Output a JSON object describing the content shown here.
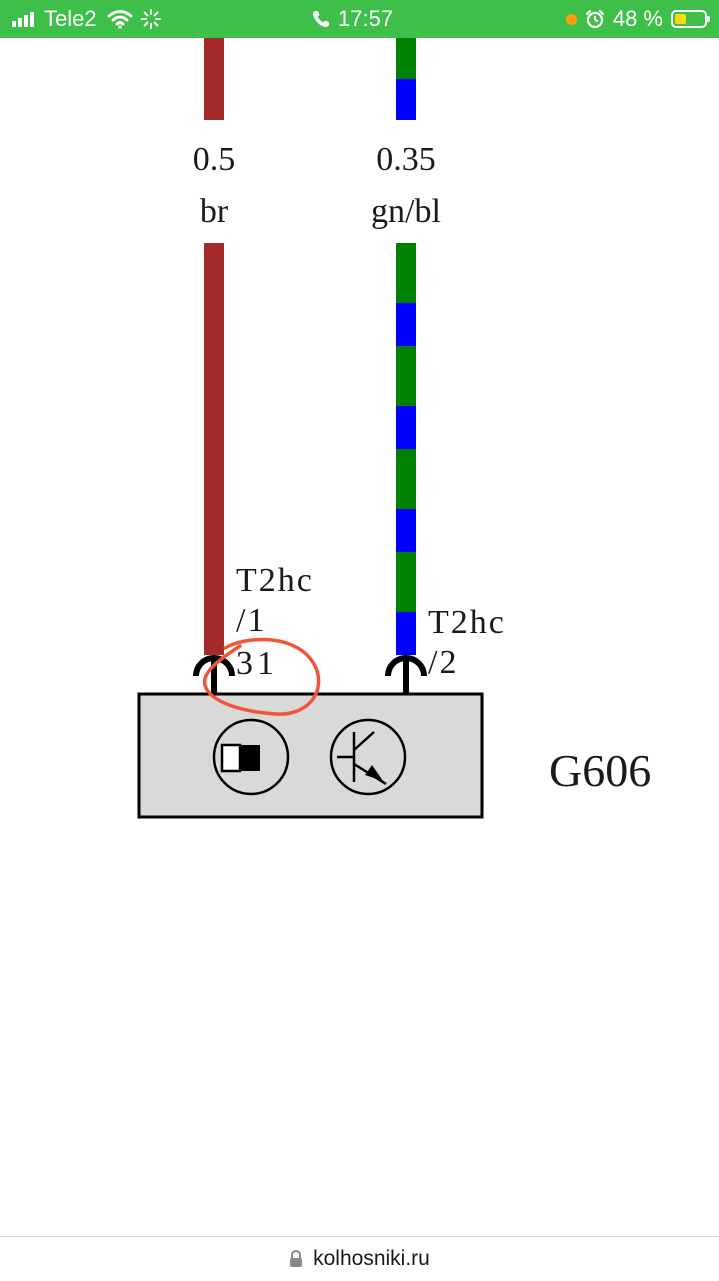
{
  "status_bar": {
    "carrier": "Tele2",
    "time": "17:57",
    "battery_percent": "48 %",
    "battery_level": 0.48,
    "colors": {
      "background": "#3dbf4a",
      "battery_fill": "#ffd60a",
      "indicator_dot": "#ff9f0a"
    },
    "icons": [
      "signal-bars-icon",
      "wifi-icon",
      "activity-spinner-icon",
      "phone-icon",
      "alarm-icon",
      "battery-icon"
    ]
  },
  "diagram": {
    "wire_left": {
      "gauge": "0.5",
      "color_code": "br",
      "colors": [
        "#a52a2a"
      ]
    },
    "wire_right": {
      "gauge": "0.35",
      "color_code": "gn/bl",
      "colors": [
        "#008000",
        "#0000ff"
      ]
    },
    "connector_left": {
      "name": "T2hc",
      "pin": "/1",
      "extra": "31"
    },
    "connector_right": {
      "name": "T2hc",
      "pin": "/2"
    },
    "component_label": "G606",
    "annotation_color": "#f0553a",
    "icons": [
      "hall-sensor-symbol-icon",
      "transistor-symbol-icon"
    ]
  },
  "address_bar": {
    "domain": "kolhosniki.ru",
    "icon": "lock-icon"
  }
}
